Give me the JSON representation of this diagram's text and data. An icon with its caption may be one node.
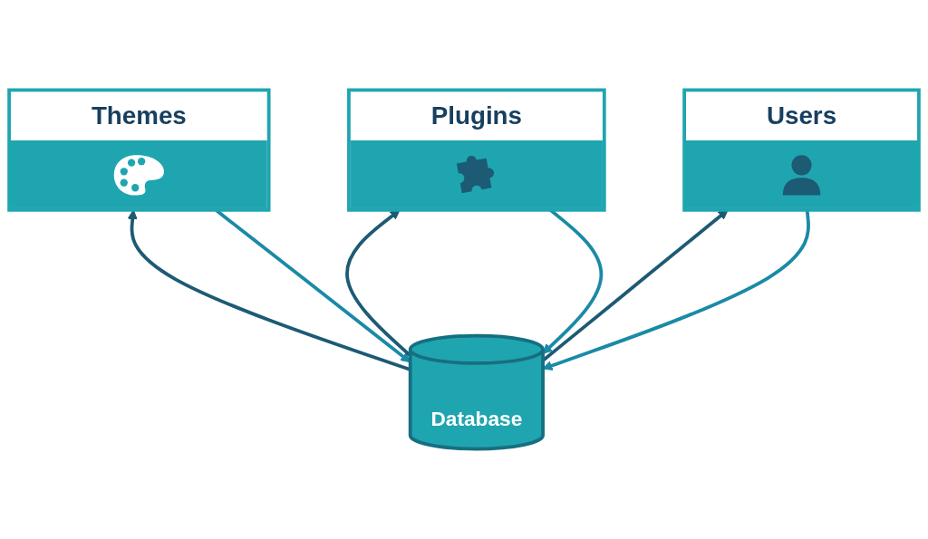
{
  "diagram": {
    "nodes": [
      {
        "text": [
          "Themes"
        ]
      },
      {
        "text": [
          "Plugins"
        ]
      },
      {
        "text": [
          "Users"
        ]
      },
      {
        "text": [
          "Database"
        ]
      }
    ],
    "edges": [
      {
        "from": 0,
        "to": 3,
        "arrow": "to",
        "color": "#1a8aa6"
      },
      {
        "from": 3,
        "to": 0,
        "arrow": "to",
        "color": "#1d5a74"
      },
      {
        "from": 1,
        "to": 3,
        "arrow": "to",
        "color": "#1a8aa6"
      },
      {
        "from": 3,
        "to": 1,
        "arrow": "to",
        "color": "#1d5a74"
      },
      {
        "from": 2,
        "to": 3,
        "arrow": "to",
        "color": "#1a8aa6"
      },
      {
        "from": 3,
        "to": 2,
        "arrow": "to",
        "color": "#1d5a74"
      }
    ]
  }
}
